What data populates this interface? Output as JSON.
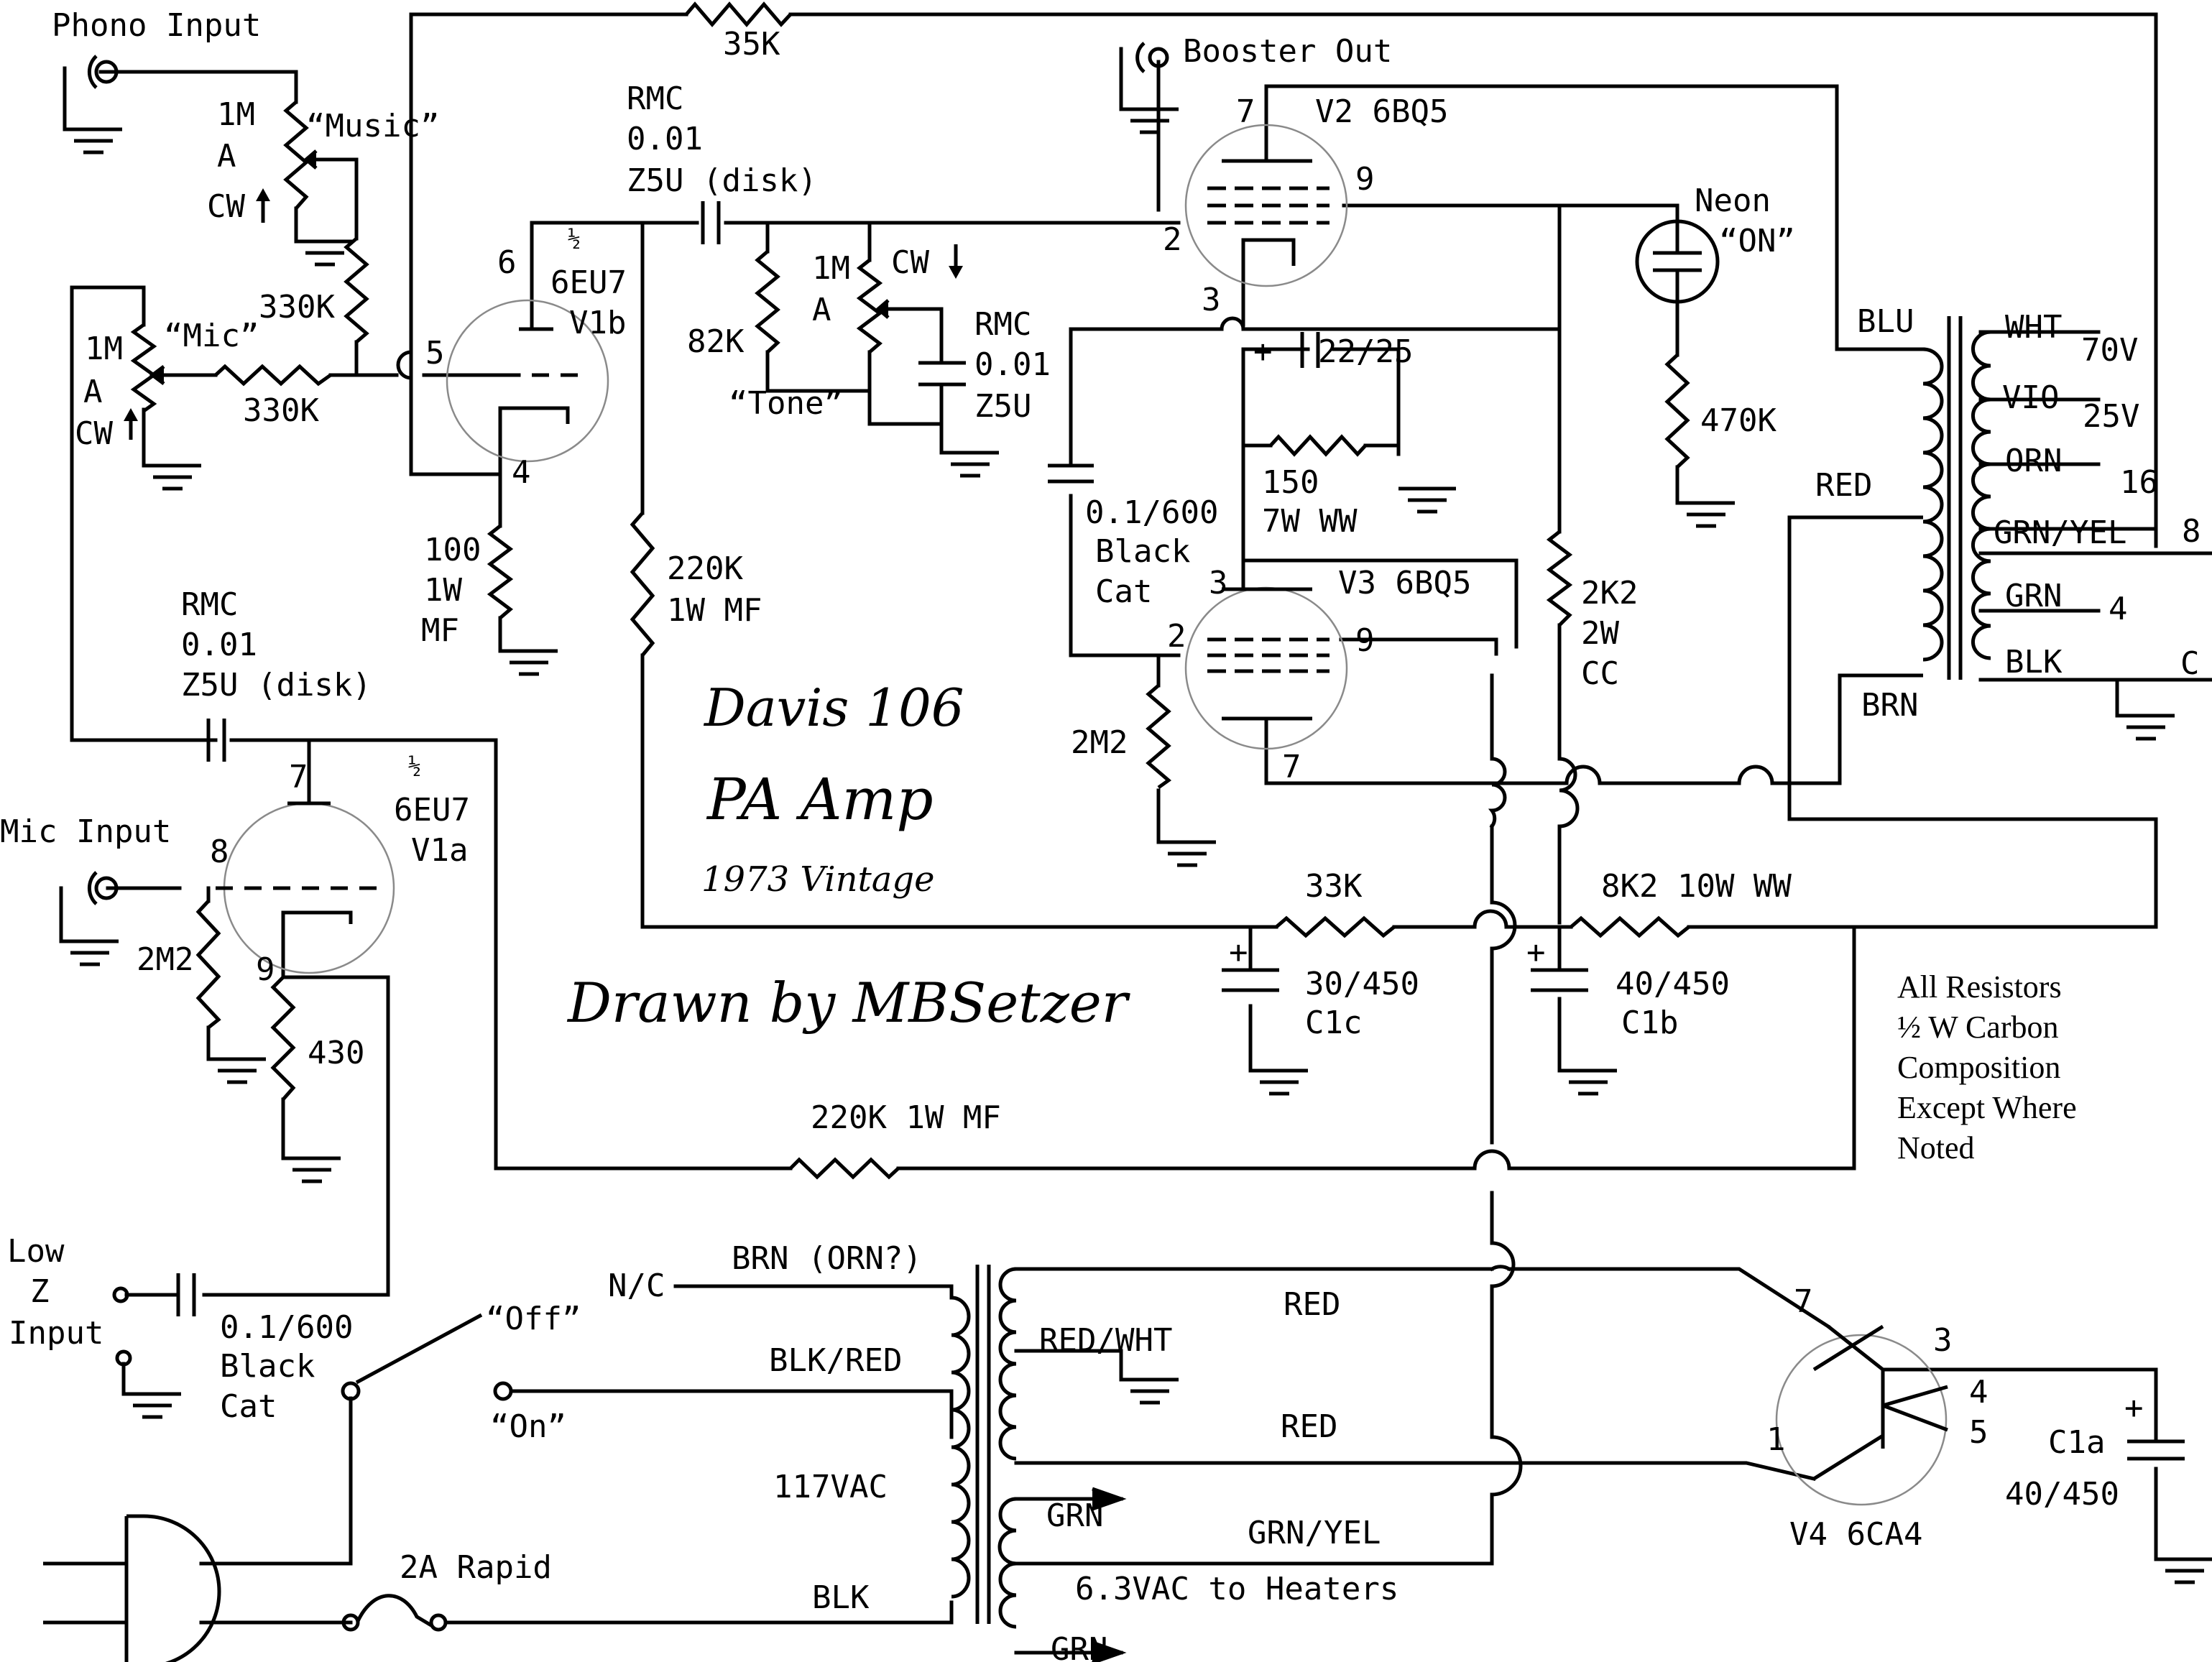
{
  "title": {
    "line1": "Davis 106",
    "line2": "PA Amp",
    "line3": "1973 Vintage",
    "credit": "Drawn by MBSetzer"
  },
  "note": [
    "All Resistors",
    "½ W Carbon",
    "Composition",
    "Except Where",
    "Noted"
  ],
  "labels": {
    "phono_input": "Phono Input",
    "music": "“Music”",
    "mic": "“Mic”",
    "tone": "“Tone”",
    "one_m": "1M",
    "a": "A",
    "cw": "CW",
    "r330k": "330K",
    "r35k": "35K",
    "rmc": "RMC",
    "c001": "0.01",
    "z5u_disk": "Z5U (disk)",
    "z5u": "Z5U",
    "half": "½",
    "tube_6eu7": "6EU7",
    "v1b": "V1b",
    "v1a": "V1a",
    "r100": "100",
    "w1": "1W",
    "mf": "MF",
    "r220k": "220K",
    "w1mf": "1W MF",
    "r220k_1w_mf": "220K 1W MF",
    "r82k": "82K",
    "booster_out": "Booster Out",
    "v2": "V2 6BQ5",
    "v3": "V3 6BQ5",
    "v4": "V4 6CA4",
    "neon": "Neon",
    "on_q": "“ON”",
    "r470k": "470K",
    "c22_25": "22/25",
    "r150": "150",
    "w7ww": "7W WW",
    "c01_600": "0.1/600",
    "black": "Black",
    "cat": "Cat",
    "r2k2": "2K2",
    "w2": "2W",
    "cc": "CC",
    "r2m2": "2M2",
    "r33k": "33K",
    "r8k2": "8K2 10W WW",
    "c30_450": "30/450",
    "c1c": "C1c",
    "c40_450": "40/450",
    "c1b": "C1b",
    "c1a": "C1a",
    "plus": "+",
    "mic_input": "Mic Input",
    "r430": "430",
    "low": "Low",
    "z": "Z",
    "input": "Input",
    "off_q": "“Off”",
    "on_sw": "“On”",
    "nc": "N/C",
    "brn_orn": "BRN (ORN?)",
    "blk_red": "BLK/RED",
    "vac117": "117VAC",
    "blk": "BLK",
    "fuse": "2A Rapid",
    "red": "RED",
    "red_wht": "RED/WHT",
    "grn": "GRN",
    "grn_yel": "GRN/YEL",
    "heaters": "6.3VAC to Heaters",
    "blu": "BLU",
    "brn": "BRN",
    "wht": "WHT",
    "vio": "VIO",
    "orn": "ORN",
    "v70": "70V",
    "v25": "25V",
    "o16": "16",
    "o8": "8",
    "o4": "4",
    "oc": "C",
    "p1": "1",
    "p2": "2",
    "p3": "3",
    "p4": "4",
    "p5": "5",
    "p6": "6",
    "p7": "7",
    "p8": "8",
    "p9": "9"
  }
}
